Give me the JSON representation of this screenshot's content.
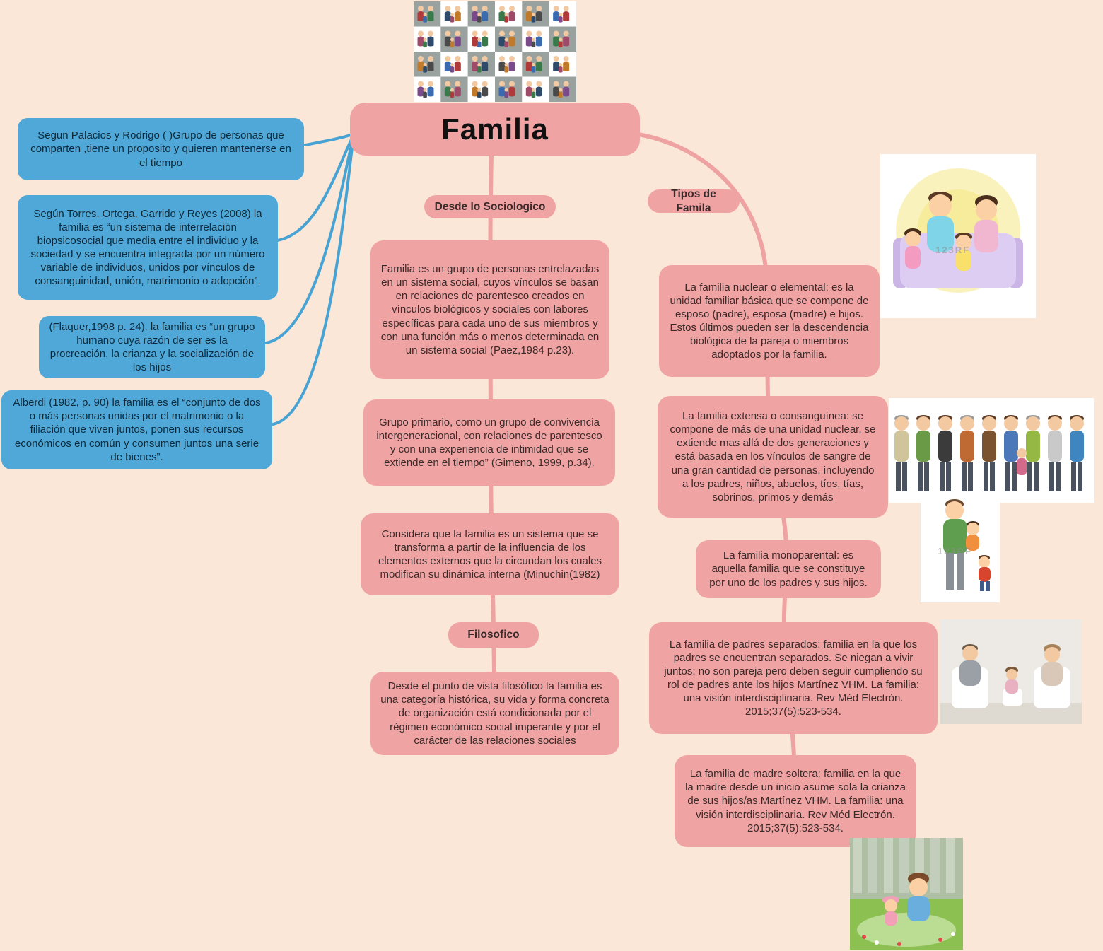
{
  "title": "Familia",
  "watermark": "123RF",
  "left_definitions": [
    {
      "text": "Segun Palacios y Rodrigo ( )Grupo de personas que comparten ,tiene un proposito y quieren mantenerse en el tiempo"
    },
    {
      "text": "Según Torres, Ortega, Garrido y Reyes (2008) la familia es “un sistema de interrelación biopsicosocial que media entre el individuo y la sociedad y se encuentra integrada por un número variable de individuos, unidos por vínculos de consanguinidad, unión, matrimonio o adopción”."
    },
    {
      "text": "(Flaquer,1998 p. 24). la familia es “un grupo humano cuya razón de ser es la procreación, la crianza y la socialización de los hijos"
    },
    {
      "text": "Alberdi (1982, p. 90) la familia es el “conjunto de dos o más personas unidas por el matrimonio o la filiación que viven juntos, ponen sus recursos económicos en común y consumen juntos una serie de bienes”."
    }
  ],
  "sociologico": {
    "header": "Desde lo Sociologico",
    "boxes": [
      {
        "text": "Familia es un grupo de personas entrelazadas en un sistema social, cuyos vínculos se basan en relaciones de parentesco creados en vínculos biológicos y sociales con labores específicas para cada uno de sus miembros y con una función más o menos determinada en un sistema social (Paez,1984 p.23)."
      },
      {
        "text": "Grupo primario, como un grupo de convivencia intergeneracional, con relaciones de parentesco y con una experiencia de intimidad que se extiende en el tiempo” (Gimeno, 1999, p.34)."
      },
      {
        "text": "Considera que la familia es un sistema que se transforma a partir de la influencia de los elementos externos que la circundan los cuales modifican su dinámica interna (Minuchin(1982)"
      }
    ]
  },
  "filosofico": {
    "header": "Filosofico",
    "box": "Desde el punto de vista filosófico la familia es una categoría histórica, su vida y forma concreta de organización está condicionada por el régimen económico social imperante y por el carácter de las relaciones sociales"
  },
  "tipos": {
    "header": "Tipos de Famila",
    "boxes": [
      {
        "text": "La familia nuclear o elemental: es la unidad familiar básica que se compone de esposo (padre), esposa (madre) e hijos. Estos últimos pueden ser la descendencia biológica de la pareja o miembros adoptados por la familia."
      },
      {
        "text": "La familia extensa o consanguínea: se compone de más de una unidad nuclear, se extiende mas allá de dos generaciones y está basada en los vínculos de sangre de una gran cantidad de personas, incluyendo a los padres, niños, abuelos, tíos, tías, sobrinos, primos y demás"
      },
      {
        "text": "La familia monoparental: es aquella familia que se constituye por uno de los padres y sus hijos."
      },
      {
        "text": "La familia de padres separados: familia en la que los padres se encuentran separados. Se niegan a vivir juntos; no son pareja pero deben seguir cumpliendo su rol de padres ante los hijos Martínez VHM. La familia: una visión interdisciplinaria. Rev Méd Electrón. 2015;37(5):523-534."
      },
      {
        "text": "La familia de madre soltera: familia en la que la madre desde un inicio asume sola la crianza de sus hijos/as.Martínez VHM. La familia: una visión interdisciplinaria. Rev Méd Electrón. 2015;37(5):523-534."
      }
    ]
  },
  "colors": {
    "background": "#FAE7D7",
    "node_pink": "#F0A3A3",
    "node_blue": "#4FA8D8"
  }
}
